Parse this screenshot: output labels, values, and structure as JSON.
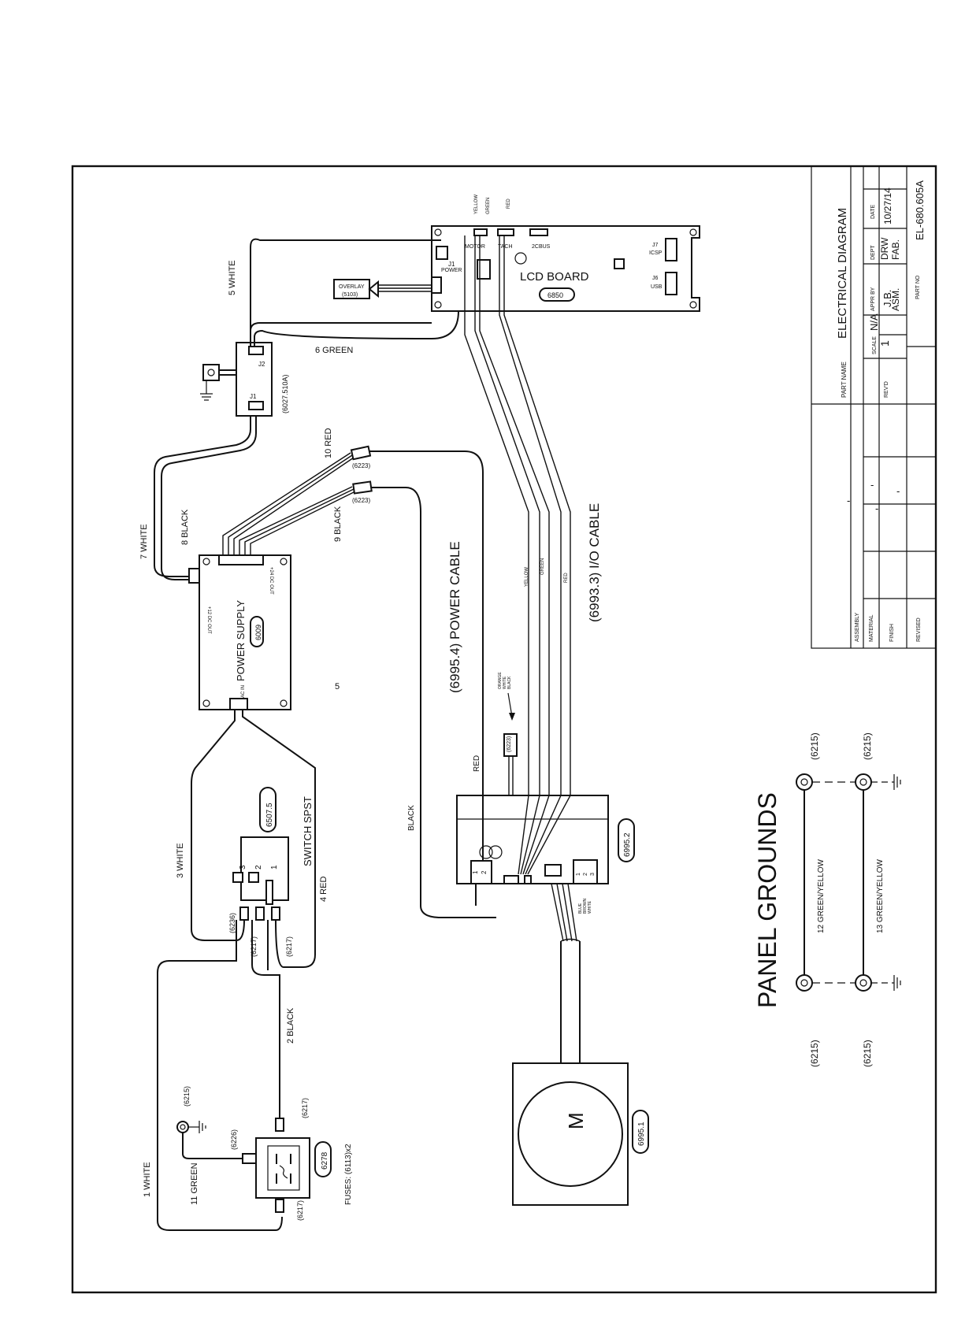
{
  "title_block": {
    "part_name_label": "PART NAME",
    "part_name": "ELECTRICAL DIAGRAM",
    "scale_label": "SCALE",
    "scale": "N/A",
    "appr_by_label": "APPR BY",
    "appr_by": "J.B.",
    "dept_label": "DEPT",
    "dept_values": [
      "DRW",
      "FAB.",
      "ASM."
    ],
    "date_label": "DATE",
    "date": "10/27/14",
    "revd_label": "REV'D",
    "revd": "1",
    "part_no_label": "PART NO",
    "part_no": "EL-680.605A",
    "assembly_label": "ASSEMBLY",
    "material_label": "MATERIAL",
    "finish_label": "FINISH",
    "revised_label": "REVISED",
    "dashes": [
      "-",
      "-",
      "-",
      "-"
    ]
  },
  "lcd_board": {
    "label": "LCD BOARD",
    "part": "6850",
    "connectors": [
      "J1",
      "POWER",
      "MOTOR",
      "TACH",
      "2CBUS",
      "J7",
      "ICSP",
      "J6",
      "USB"
    ],
    "wire_tags": [
      "YELLOW",
      "GREEN",
      "RED"
    ]
  },
  "overlay": {
    "label": "OVERLAY",
    "part": "(5103)"
  },
  "filter_board": {
    "part": "(6027.510A)",
    "j1": "J1",
    "j2": "J2"
  },
  "power_supply": {
    "label": "POWER SUPPLY",
    "part": "6009",
    "out12": "+12 DC OUT",
    "out24": "+24 DC OUT",
    "acin": "AC IN"
  },
  "switch": {
    "label": "SWITCH SPST",
    "part": "6507.5",
    "pins": [
      "3",
      "2",
      "1"
    ]
  },
  "inlet": {
    "part": "6278",
    "fuses": "FUSES: (6113)x2"
  },
  "controller": {
    "part": "6995.2",
    "pins": [
      "1",
      "2"
    ],
    "pins2": [
      "1",
      "2",
      "3"
    ],
    "tag_colors": [
      "BLUE",
      "BROWN",
      "WHITE"
    ]
  },
  "motor": {
    "label": "M",
    "part": "6995.1"
  },
  "cables": {
    "power": "(6995.4) POWER CABLE",
    "io": "(6993.3) I/O CABLE"
  },
  "connector_note": [
    "ORANGE",
    "WHITE",
    "BLACK"
  ],
  "wires": {
    "w1": "1 WHITE",
    "w2": "2 BLACK",
    "w3": "3 WHITE",
    "w4": "4 RED",
    "w5": "5 WHITE",
    "w6": "6 GREEN",
    "w7": "7 WHITE",
    "w8": "8 BLACK",
    "w9": "9 BLACK",
    "w10": "10 RED",
    "w11": "11 GREEN",
    "red": "RED",
    "black": "BLACK",
    "yellow": "YELLOW",
    "green": "GREEN",
    "red2": "RED"
  },
  "parts": {
    "p6215": "(6215)",
    "p6217": "(6217)",
    "p6226": "(6226)",
    "p6236": "(6236)",
    "p6223": "(6223)"
  },
  "panel_grounds": {
    "title": "PANEL GROUNDS",
    "w12": "12   GREEN/YELLOW",
    "w13": "13   GREEN/YELLOW",
    "ring": "(6215)"
  },
  "misc_mark": "5"
}
